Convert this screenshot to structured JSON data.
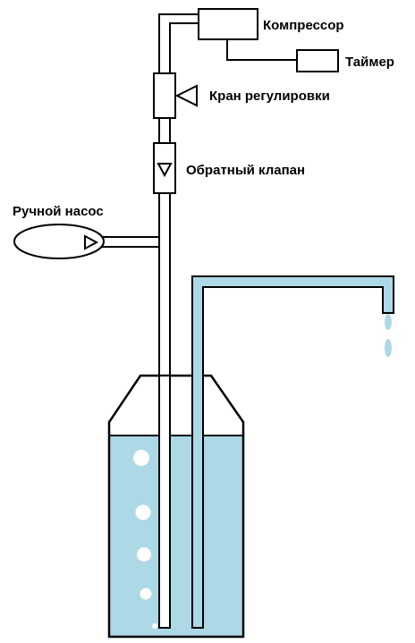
{
  "labels": {
    "compressor": "Компрессор",
    "timer": "Таймер",
    "regulating_valve": "Кран регулировки",
    "check_valve": "Обратный клапан",
    "hand_pump": "Ручной насос"
  },
  "colors": {
    "water": "#add8e6",
    "line": "#000000",
    "bubble": "#ffffff"
  }
}
